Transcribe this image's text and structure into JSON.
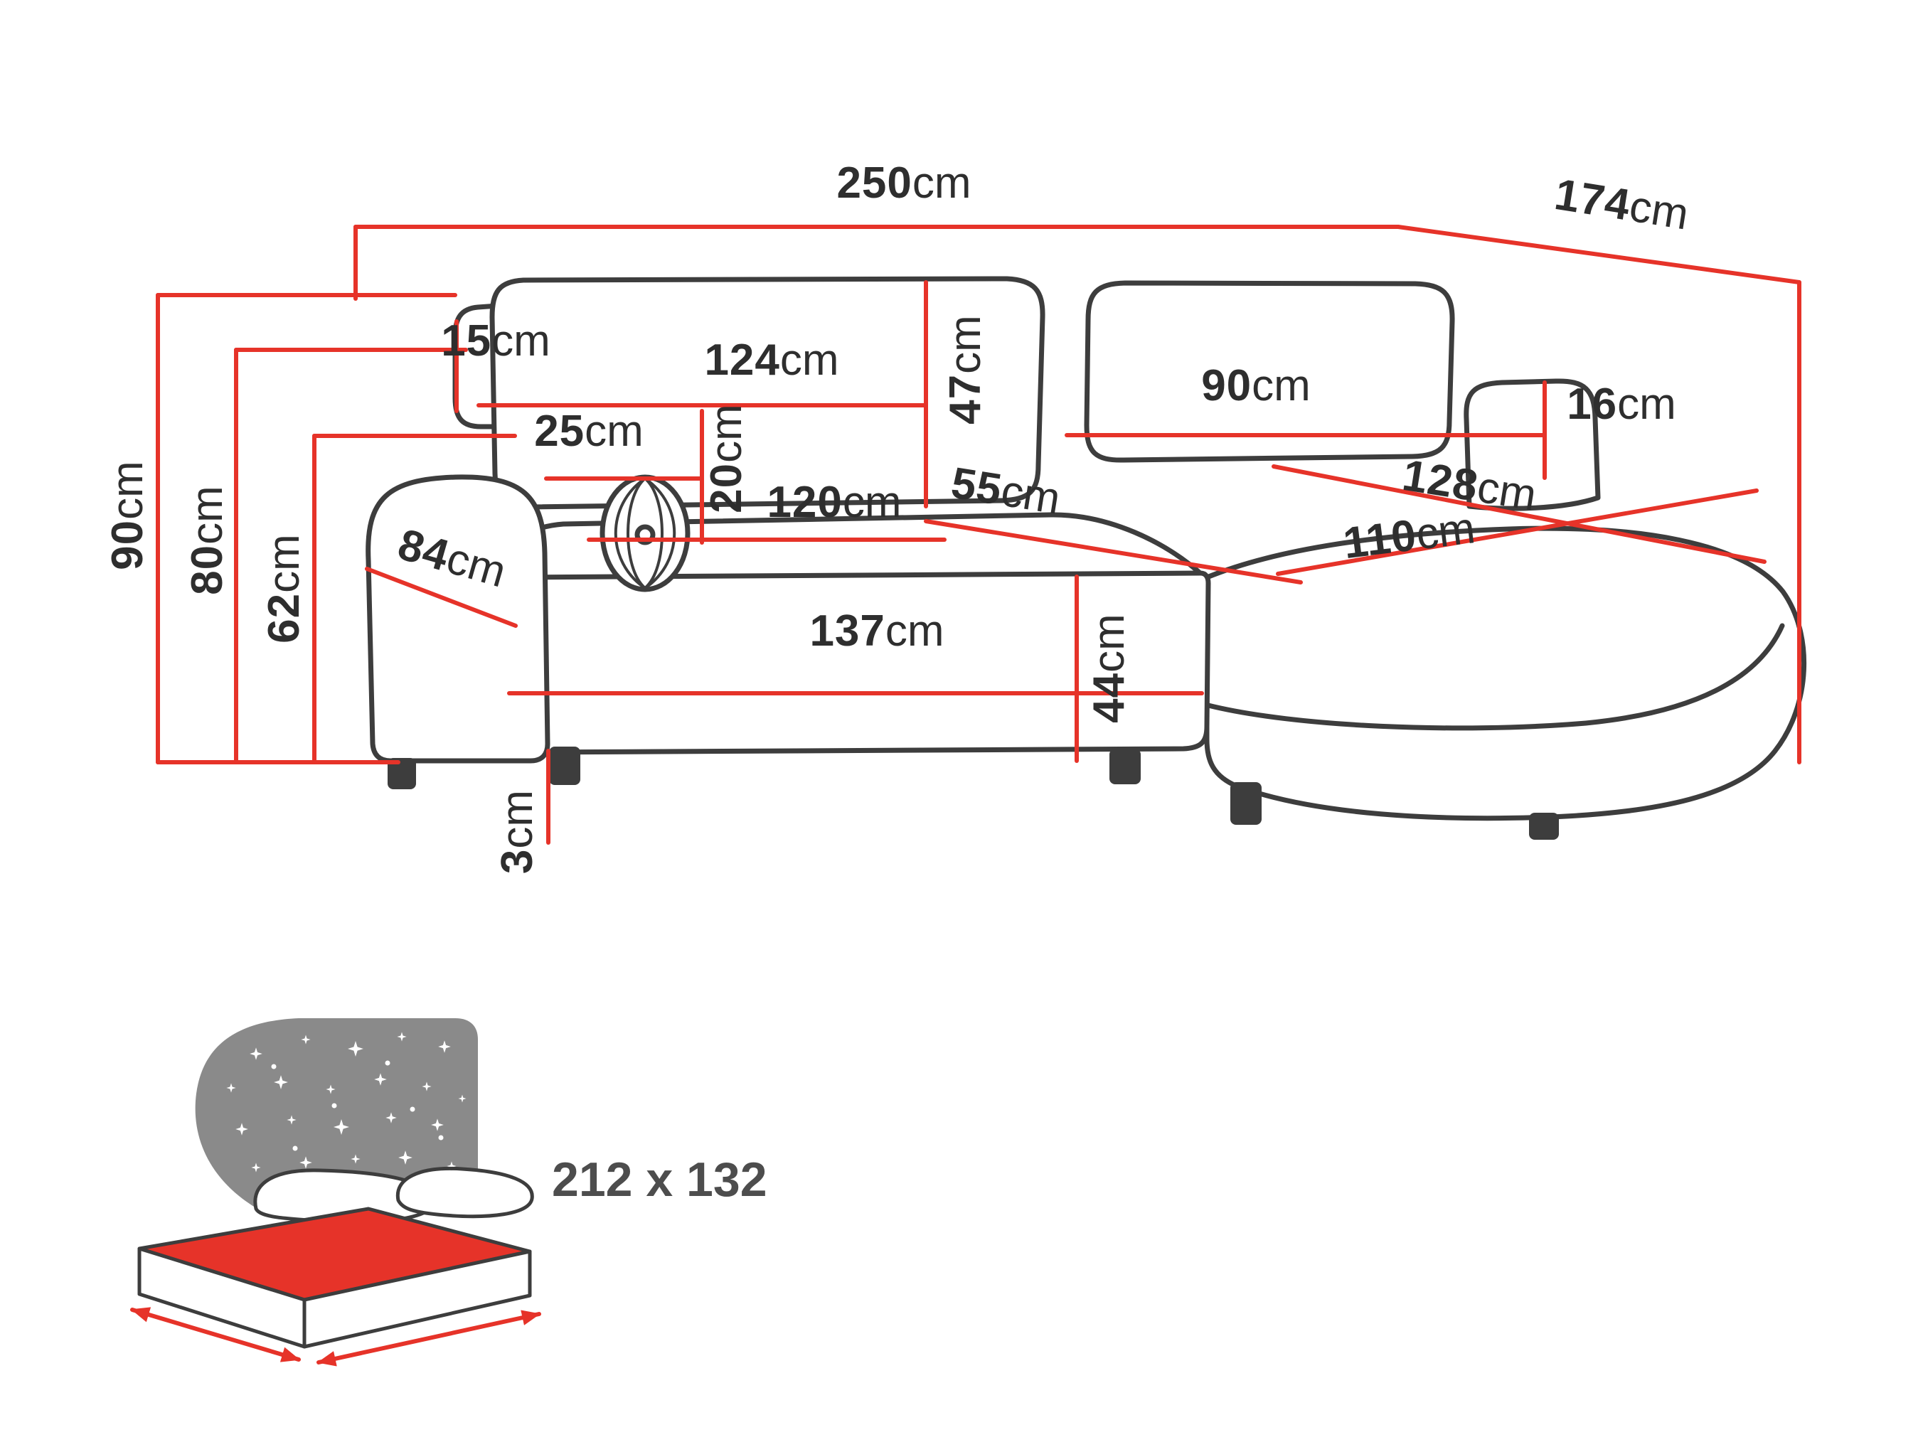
{
  "colors": {
    "red": "#e63329",
    "outline": "#3d3d3d",
    "headboard": "#8a8a8a",
    "text": "#2e2e2e",
    "bed_text": "#4d4d4d",
    "background": "#ffffff"
  },
  "dimensions": {
    "total_width": {
      "value": "250",
      "unit": "cm"
    },
    "total_depth": {
      "value": "174",
      "unit": "cm"
    },
    "total_height": {
      "value": "90",
      "unit": "cm"
    },
    "backrest_height": {
      "value": "80",
      "unit": "cm"
    },
    "armrest_height": {
      "value": "62",
      "unit": "cm"
    },
    "back_cushion_side": {
      "value": "15",
      "unit": "cm"
    },
    "left_back_cushion_width": {
      "value": "124",
      "unit": "cm"
    },
    "back_cushion_height": {
      "value": "47",
      "unit": "cm"
    },
    "right_back_cushion_width": {
      "value": "90",
      "unit": "cm"
    },
    "right_arm_width": {
      "value": "16",
      "unit": "cm"
    },
    "pillow_width": {
      "value": "25",
      "unit": "cm"
    },
    "pillow_height": {
      "value": "20",
      "unit": "cm"
    },
    "seat_cushion_width": {
      "value": "120",
      "unit": "cm"
    },
    "seat_depth": {
      "value": "55",
      "unit": "cm"
    },
    "chaise_length": {
      "value": "128",
      "unit": "cm"
    },
    "chaise_width": {
      "value": "110",
      "unit": "cm"
    },
    "armrest_depth": {
      "value": "84",
      "unit": "cm"
    },
    "seat_front_width": {
      "value": "137",
      "unit": "cm"
    },
    "seat_height": {
      "value": "44",
      "unit": "cm"
    },
    "leg_height": {
      "value": "3",
      "unit": "cm"
    }
  },
  "sleeping_area": {
    "size_label": "212 x 132"
  }
}
